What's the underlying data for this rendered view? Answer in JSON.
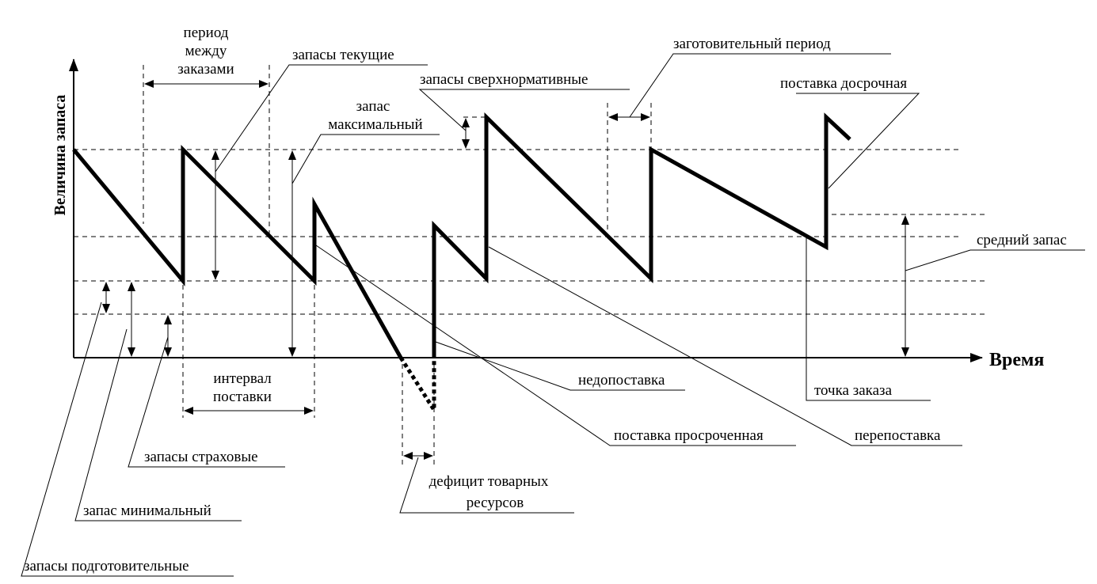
{
  "axes": {
    "x_label": "Время",
    "y_label": "Величина запаса"
  },
  "labels": {
    "period_between_orders": [
      "период",
      "между",
      "заказами"
    ],
    "current_stock": "запасы текущие",
    "max_stock": [
      "запас",
      "максимальный"
    ],
    "excess_stock": "запасы сверхнормативные",
    "procurement_period": "заготовительный период",
    "early_delivery": "поставка досрочная",
    "average_stock": "средний запас",
    "order_point": "точка заказа",
    "over_delivery": "перепоставка",
    "overdue_delivery": "поставка просроченная",
    "under_delivery": "недопоставка",
    "delivery_interval": [
      "интервал",
      "поставки"
    ],
    "safety_stock": "запасы страховые",
    "min_stock": "запас минимальный",
    "preparatory_stock": "запасы подготовительные",
    "shortage": [
      "дефицит товарных",
      "ресурсов"
    ]
  }
}
